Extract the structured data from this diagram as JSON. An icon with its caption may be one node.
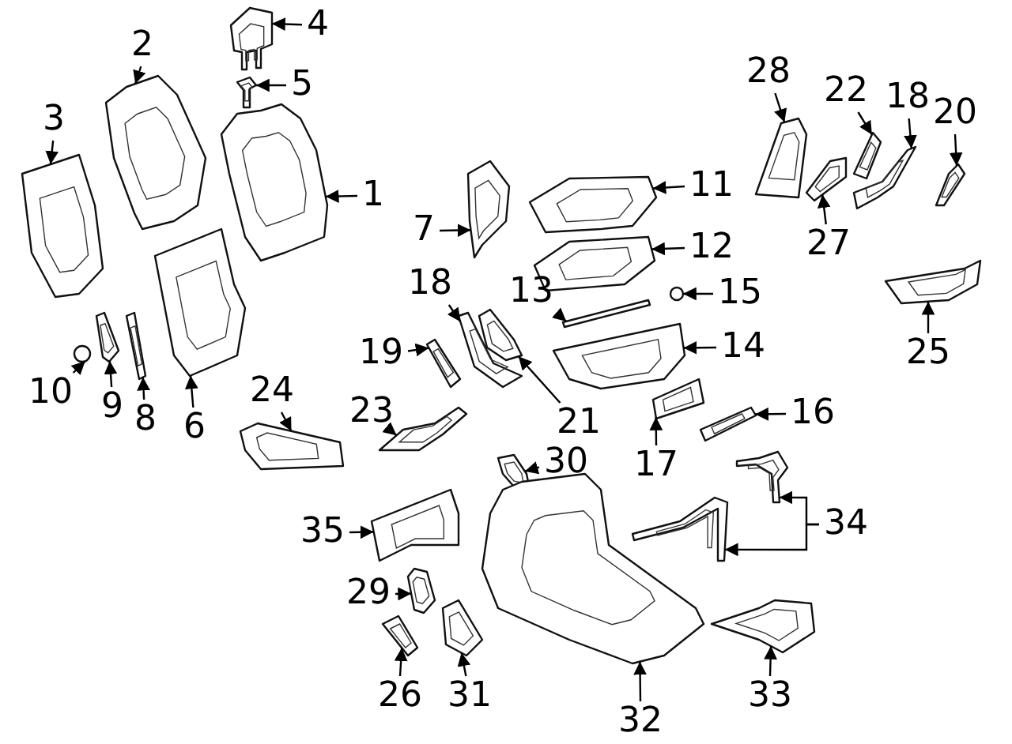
{
  "diagram": {
    "nodes": [
      {
        "text": [
          "1"
        ]
      },
      {
        "text": [],
        "shape": "picture"
      },
      {
        "text": [
          "2"
        ]
      },
      {
        "text": [],
        "shape": "picture"
      },
      {
        "text": [
          "3"
        ]
      },
      {
        "text": [],
        "shape": "picture"
      },
      {
        "text": [
          "4"
        ]
      },
      {
        "text": [],
        "shape": "picture"
      },
      {
        "text": [
          "5"
        ]
      },
      {
        "text": [],
        "shape": "picture"
      },
      {
        "text": [
          "6"
        ]
      },
      {
        "text": [],
        "shape": "picture"
      },
      {
        "text": [
          "7"
        ]
      },
      {
        "text": [],
        "shape": "picture"
      },
      {
        "text": [
          "8"
        ]
      },
      {
        "text": [],
        "shape": "picture"
      },
      {
        "text": [
          "9"
        ]
      },
      {
        "text": [],
        "shape": "picture"
      },
      {
        "text": [
          "10"
        ]
      },
      {
        "text": [],
        "shape": "circle"
      },
      {
        "text": [
          "11"
        ]
      },
      {
        "text": [],
        "shape": "picture"
      },
      {
        "text": [
          "12"
        ]
      },
      {
        "text": [],
        "shape": "picture"
      },
      {
        "text": [
          "13"
        ]
      },
      {
        "text": [],
        "shape": "bar"
      },
      {
        "text": [
          "14"
        ]
      },
      {
        "text": [],
        "shape": "picture"
      },
      {
        "text": [
          "15"
        ]
      },
      {
        "text": [],
        "shape": "circle"
      },
      {
        "text": [
          "16"
        ]
      },
      {
        "text": [],
        "shape": "picture"
      },
      {
        "text": [
          "17"
        ]
      },
      {
        "text": [],
        "shape": "picture"
      },
      {
        "text": [
          "18"
        ]
      },
      {
        "text": [],
        "shape": "picture"
      },
      {
        "text": [
          "18"
        ]
      },
      {
        "text": [],
        "shape": "picture"
      },
      {
        "text": [
          "19"
        ]
      },
      {
        "text": [],
        "shape": "picture"
      },
      {
        "text": [
          "20"
        ]
      },
      {
        "text": [],
        "shape": "picture"
      },
      {
        "text": [
          "21"
        ]
      },
      {
        "text": [],
        "shape": "picture"
      },
      {
        "text": [
          "22"
        ]
      },
      {
        "text": [],
        "shape": "picture"
      },
      {
        "text": [
          "23"
        ]
      },
      {
        "text": [],
        "shape": "picture"
      },
      {
        "text": [
          "24"
        ]
      },
      {
        "text": [],
        "shape": "picture"
      },
      {
        "text": [
          "25"
        ]
      },
      {
        "text": [],
        "shape": "picture"
      },
      {
        "text": [
          "26"
        ]
      },
      {
        "text": [],
        "shape": "picture"
      },
      {
        "text": [
          "27"
        ]
      },
      {
        "text": [],
        "shape": "picture"
      },
      {
        "text": [
          "28"
        ]
      },
      {
        "text": [],
        "shape": "picture"
      },
      {
        "text": [
          "29"
        ]
      },
      {
        "text": [],
        "shape": "picture"
      },
      {
        "text": [
          "30"
        ]
      },
      {
        "text": [],
        "shape": "picture"
      },
      {
        "text": [
          "31"
        ]
      },
      {
        "text": [],
        "shape": "picture"
      },
      {
        "text": [
          "32"
        ]
      },
      {
        "text": [],
        "shape": "picture"
      },
      {
        "text": [
          "33"
        ]
      },
      {
        "text": [],
        "shape": "picture"
      },
      {
        "text": [
          "34"
        ]
      },
      {
        "text": [],
        "shape": "picture"
      },
      {
        "text": [],
        "shape": "picture"
      },
      {
        "text": [
          "35"
        ]
      },
      {
        "text": [],
        "shape": "picture"
      }
    ],
    "edges": [
      {
        "from": 0,
        "to": 1,
        "arrow": "to"
      },
      {
        "from": 2,
        "to": 3,
        "arrow": "to"
      },
      {
        "from": 4,
        "to": 5,
        "arrow": "to"
      },
      {
        "from": 6,
        "to": 7,
        "arrow": "to"
      },
      {
        "from": 8,
        "to": 9,
        "arrow": "to"
      },
      {
        "from": 10,
        "to": 11,
        "arrow": "to"
      },
      {
        "from": 12,
        "to": 13,
        "arrow": "to"
      },
      {
        "from": 14,
        "to": 15,
        "arrow": "to"
      },
      {
        "from": 16,
        "to": 17,
        "arrow": "to"
      },
      {
        "from": 18,
        "to": 19,
        "arrow": "to"
      },
      {
        "from": 20,
        "to": 21,
        "arrow": "to"
      },
      {
        "from": 22,
        "to": 23,
        "arrow": "to"
      },
      {
        "from": 24,
        "to": 25,
        "arrow": "to"
      },
      {
        "from": 26,
        "to": 27,
        "arrow": "to"
      },
      {
        "from": 28,
        "to": 29,
        "arrow": "to"
      },
      {
        "from": 30,
        "to": 31,
        "arrow": "to"
      },
      {
        "from": 32,
        "to": 33,
        "arrow": "to"
      },
      {
        "from": 34,
        "to": 35,
        "arrow": "to"
      },
      {
        "from": 36,
        "to": 37,
        "arrow": "to"
      },
      {
        "from": 38,
        "to": 39,
        "arrow": "to"
      },
      {
        "from": 40,
        "to": 41,
        "arrow": "to"
      },
      {
        "from": 42,
        "to": 43,
        "arrow": "to"
      },
      {
        "from": 44,
        "to": 45,
        "arrow": "to"
      },
      {
        "from": 46,
        "to": 47,
        "arrow": "to"
      },
      {
        "from": 48,
        "to": 49,
        "arrow": "to"
      },
      {
        "from": 50,
        "to": 51,
        "arrow": "to"
      },
      {
        "from": 52,
        "to": 53,
        "arrow": "to"
      },
      {
        "from": 54,
        "to": 55,
        "arrow": "to"
      },
      {
        "from": 56,
        "to": 57,
        "arrow": "to"
      },
      {
        "from": 58,
        "to": 59,
        "arrow": "to"
      },
      {
        "from": 60,
        "to": 61,
        "arrow": "to"
      },
      {
        "from": 62,
        "to": 63,
        "arrow": "to"
      },
      {
        "from": 64,
        "to": 65,
        "arrow": "to"
      },
      {
        "from": 66,
        "to": 67,
        "arrow": "to"
      },
      {
        "from": 68,
        "to": 69,
        "arrow": "to"
      },
      {
        "from": 68,
        "to": 70,
        "arrow": "to"
      },
      {
        "from": 71,
        "to": 72,
        "arrow": "to"
      }
    ]
  }
}
